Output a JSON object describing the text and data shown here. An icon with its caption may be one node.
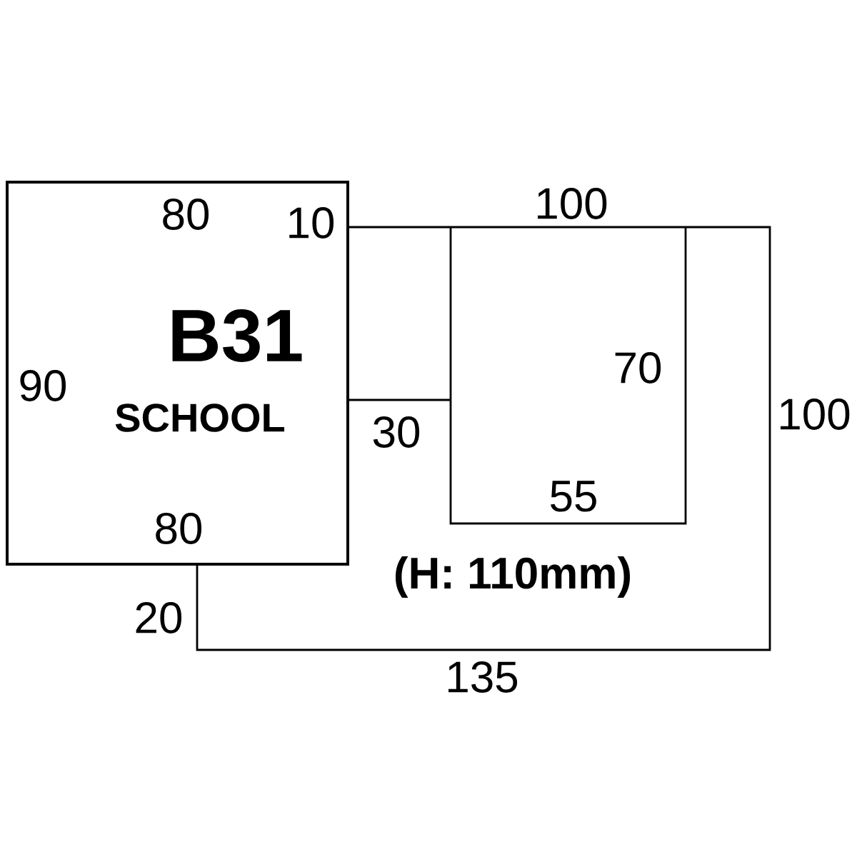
{
  "diagram": {
    "nodes": [
      {
        "text": [
          "B31",
          "SCHOOL"
        ]
      }
    ],
    "labels": [
      "80",
      "10",
      "100",
      "90",
      "70",
      "100",
      "30",
      "55",
      "80",
      "(H: 110mm)",
      "20",
      "135"
    ]
  }
}
